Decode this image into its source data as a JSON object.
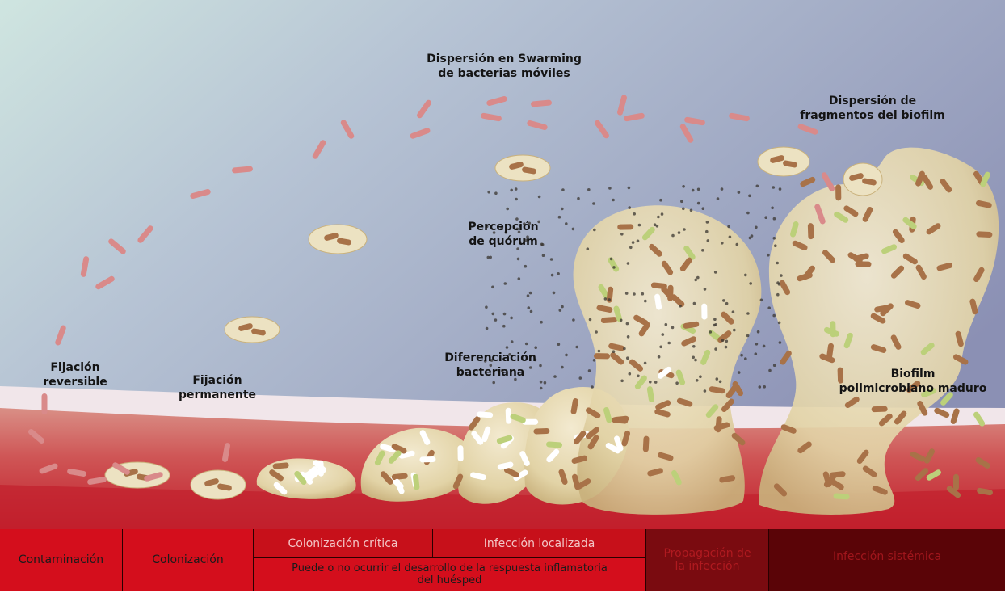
{
  "labels": {
    "swarming": "Dispersión en Swarming\nde bacterias móviles",
    "fragmentos": "Dispersión de\nfragmentos del biofilm",
    "quorum": "Percepción\nde quórum",
    "diferenciacion": "Diferenciación\nbacteriana",
    "fijacion_reversible": "Fijación\nreversible",
    "fijacion_permanente": "Fijación\npermanente",
    "biofilm_maduro": "Biofilm\npolimicrobiano maduro"
  },
  "stages": {
    "contaminacion": "Contaminación",
    "colonizacion": "Colonización",
    "colonizacion_critica": "Colonización crítica",
    "infeccion_localizada": "Infección localizada",
    "respuesta_inflamatoria": "Puede o no ocurrir el desarrollo  de la respuesta inflamatoria\ndel huésped",
    "propagacion": "Propagación de\nla infección",
    "infeccion_sistemica": "Infección sistémica"
  },
  "colors": {
    "tissue": "#c8202c",
    "biofilm": "#e9dcb4",
    "bacteria_brown": "#a87248",
    "bacteria_green": "#bcd07a",
    "bacteria_pink": "#d98a8a",
    "stage_red": "#d40e1c",
    "stage_dark": "#7a0b10"
  }
}
